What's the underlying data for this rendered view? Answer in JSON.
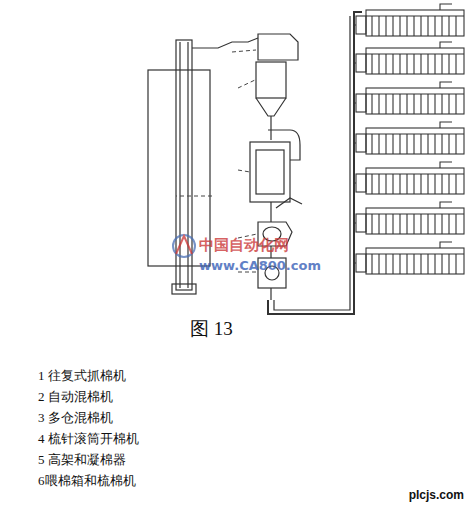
{
  "diagram": {
    "caption": "图 13",
    "labels": [
      "1 往复式抓棉机",
      "2 自动混棉机",
      "3 多仓混棉机",
      "4 梳针滚筒开棉机",
      "5 高架和凝棉器",
      "6喂棉箱和梳棉机",
      "中国自动化网",
      "www.CA800.com",
      "plcjs.com"
    ]
  }
}
